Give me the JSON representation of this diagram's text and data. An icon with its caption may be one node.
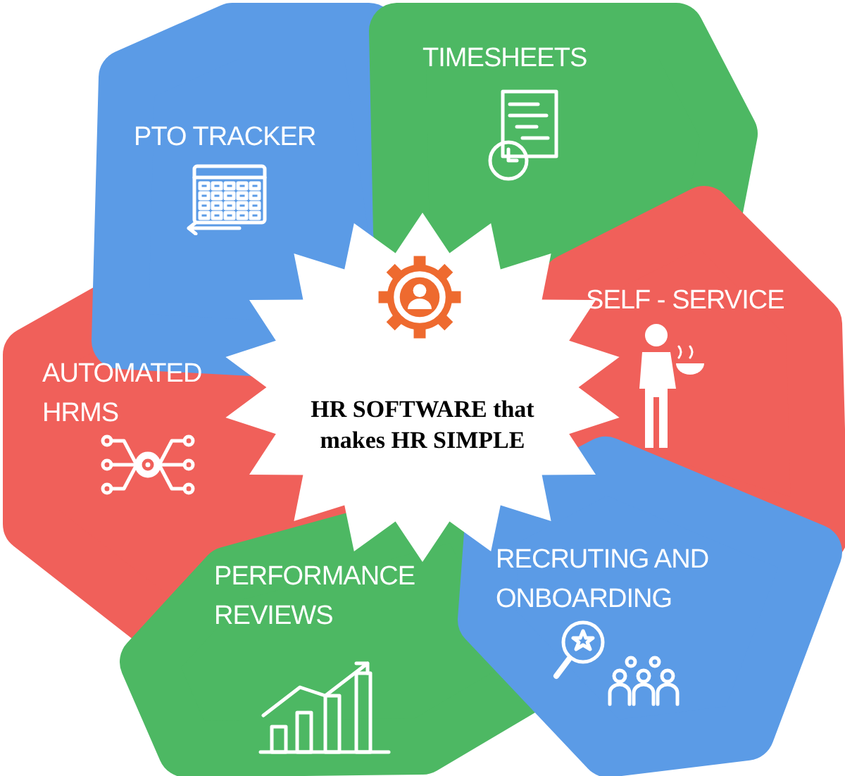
{
  "diagram": {
    "nodes": [
      {
        "text": [
          "HR SOFTWARE that makes HR SIMPLE"
        ]
      },
      {
        "text": [
          "PTO TRACKER"
        ]
      },
      {
        "text": [
          "TIMESHEETS"
        ]
      },
      {
        "text": [
          "SELF - SERVICE"
        ]
      },
      {
        "text": [
          "RECRUTING AND ONBOARDING"
        ]
      },
      {
        "text": [
          "PERFORMANCE REVIEWS"
        ]
      },
      {
        "text": [
          "AUTOMATED HRMS"
        ]
      }
    ]
  }
}
